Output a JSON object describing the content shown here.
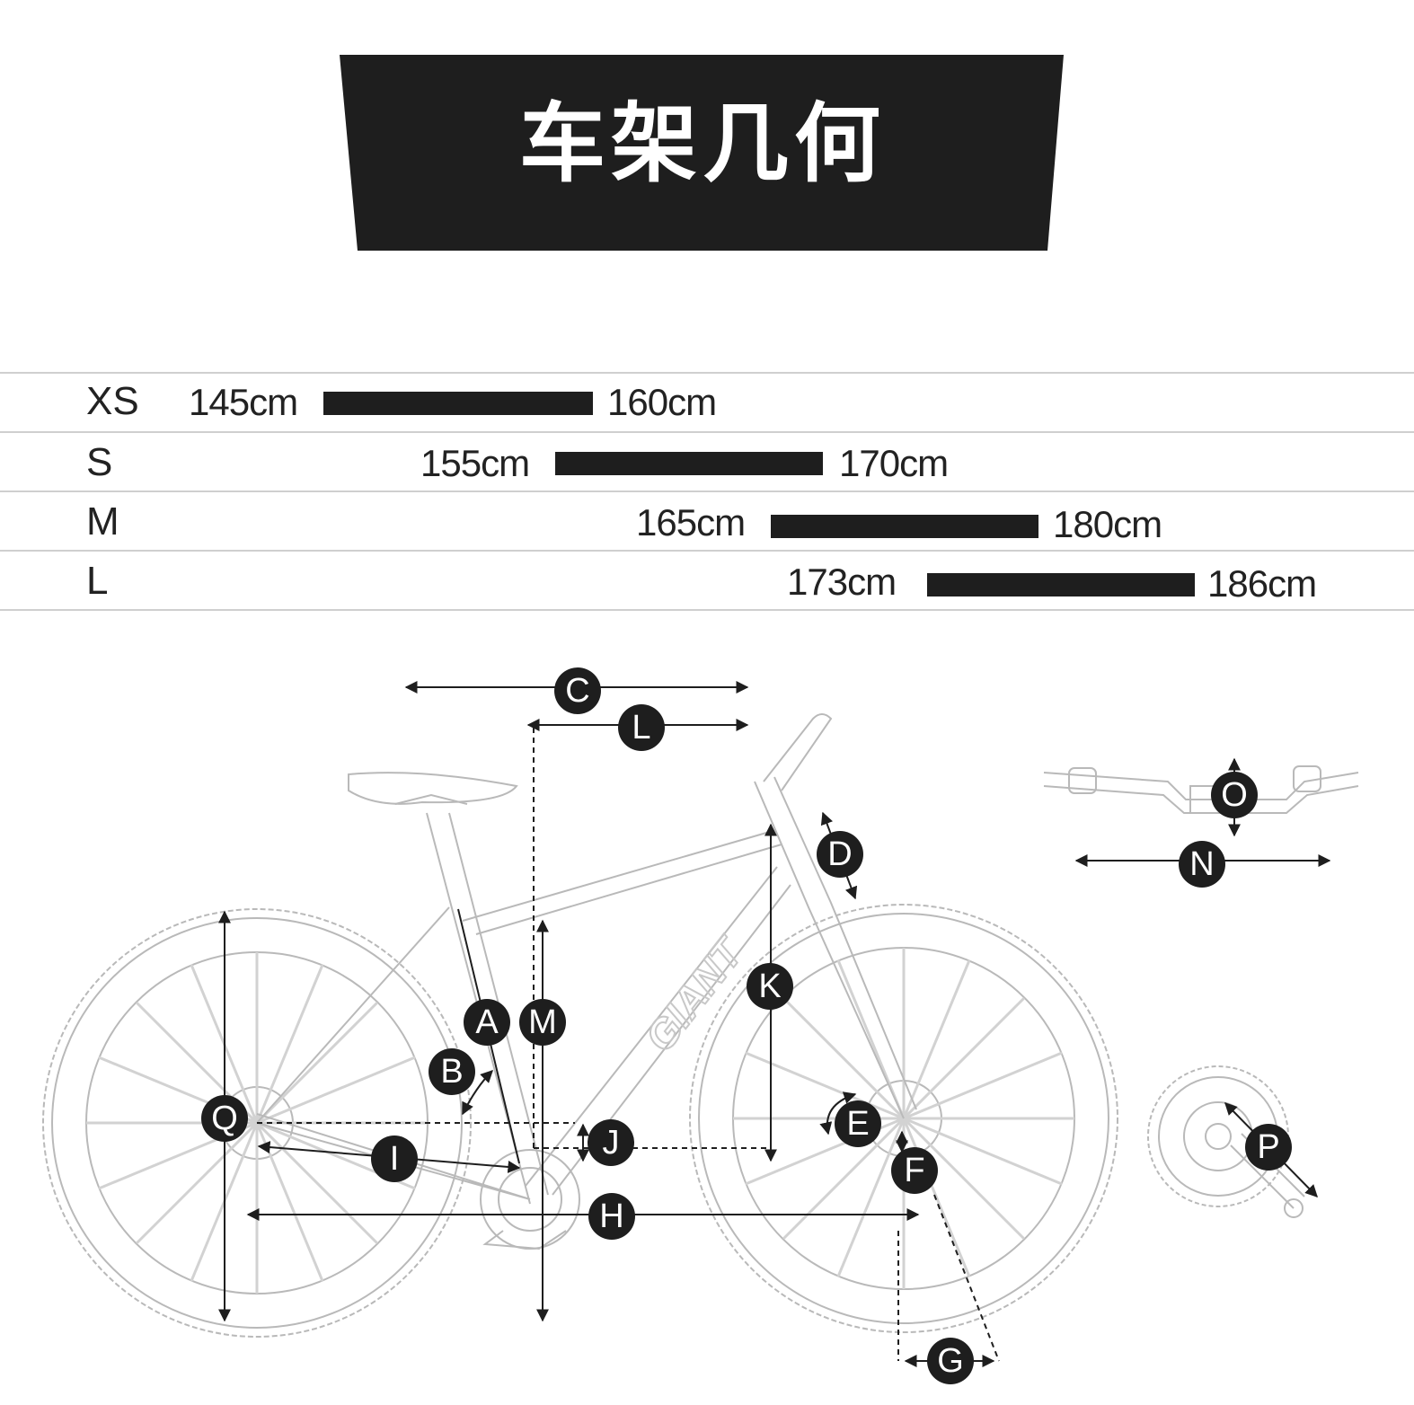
{
  "title": "车架几何",
  "sizes": [
    {
      "size": "XS",
      "min": "145cm",
      "max": "160cm"
    },
    {
      "size": "S",
      "min": "155cm",
      "max": "170cm"
    },
    {
      "size": "M",
      "min": "165cm",
      "max": "180cm"
    },
    {
      "size": "L",
      "min": "173cm",
      "max": "186cm"
    }
  ],
  "markers": {
    "A": "A",
    "B": "B",
    "C": "C",
    "D": "D",
    "E": "E",
    "F": "F",
    "G": "G",
    "H": "H",
    "I": "I",
    "J": "J",
    "K": "K",
    "L": "L",
    "M": "M",
    "N": "N",
    "O": "O",
    "P": "P",
    "Q": "Q"
  },
  "colors": {
    "dark": "#1e1e1e",
    "line": "#cfcfcf",
    "bike": "#b9b9b9"
  }
}
